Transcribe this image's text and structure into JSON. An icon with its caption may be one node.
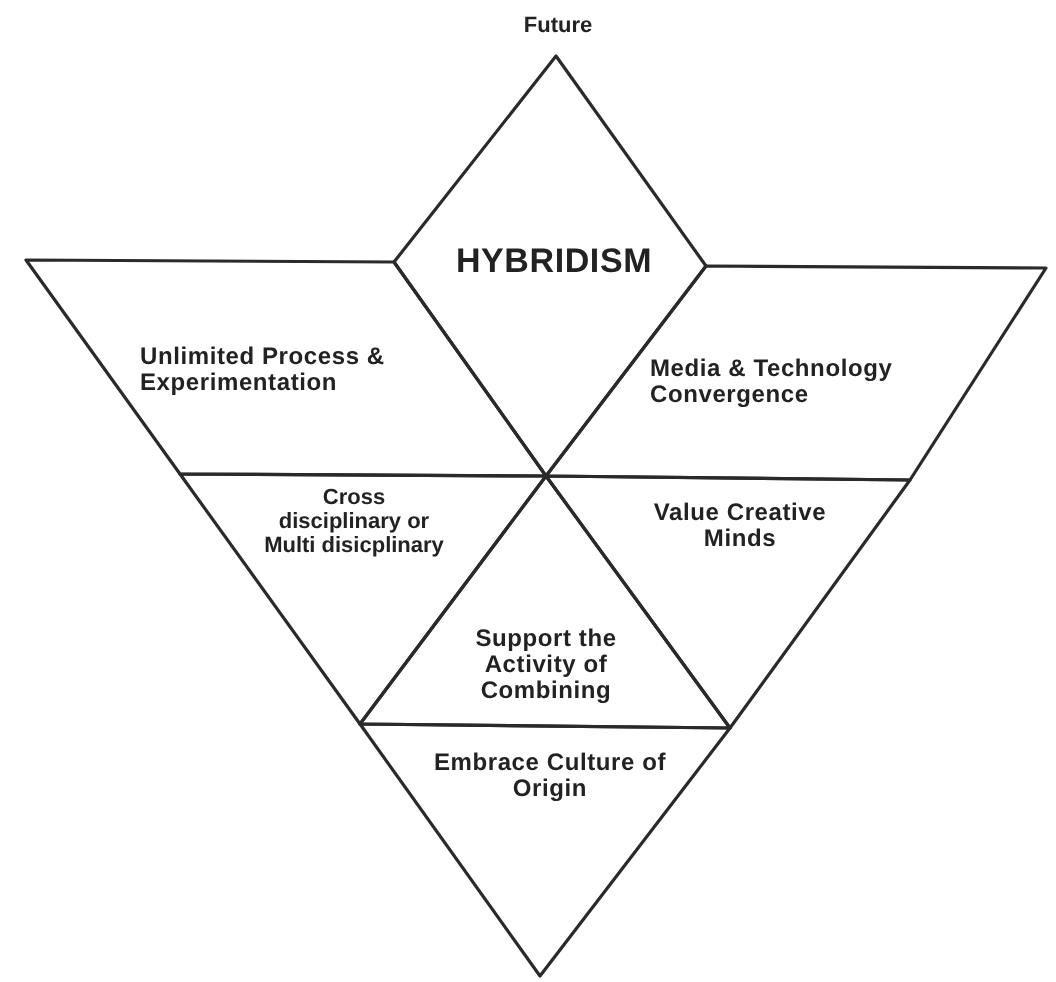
{
  "diagram": {
    "nodes": [
      {
        "text": [
          "HYBRIDISM"
        ]
      },
      {
        "text": [
          "Unlimited Process & Experimentation"
        ]
      },
      {
        "text": [
          "Media & Technology Convergence"
        ]
      },
      {
        "text": [
          "Cross disciplinary or Multi disicplinary"
        ]
      },
      {
        "text": [
          "Value Creative Minds"
        ]
      },
      {
        "text": [
          "Support the Activity of Combining"
        ]
      },
      {
        "text": [
          "Embrace Culture of Origin"
        ]
      }
    ],
    "labels": [
      "Future"
    ]
  }
}
